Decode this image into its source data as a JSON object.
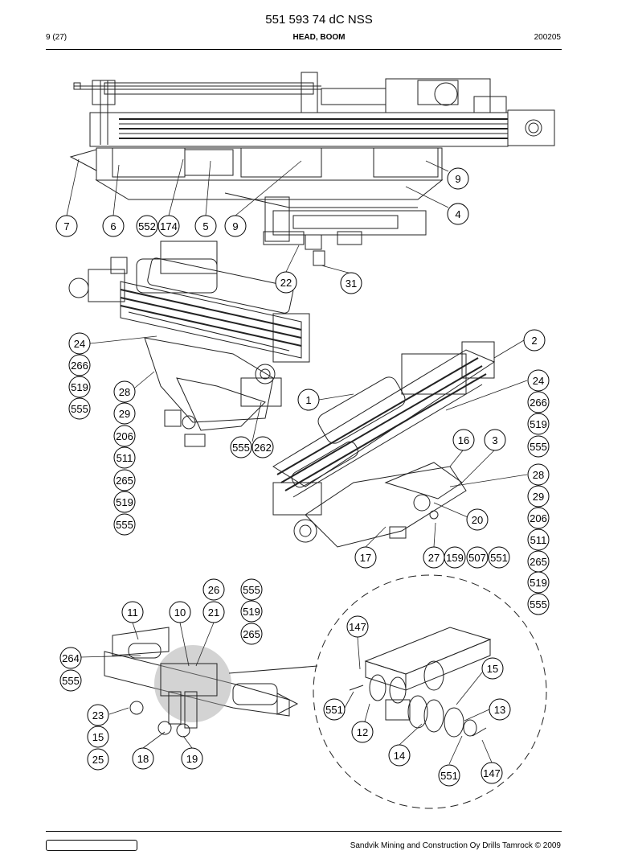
{
  "header": {
    "doc_number": "551 593 74 dC NSS",
    "page": "9 (27)",
    "section": "HEAD, BOOM",
    "date": "200205"
  },
  "footer": {
    "copyright": "Sandvik Mining and Construction Oy Drills Tamrock © 2009"
  },
  "callouts": {
    "top": [
      "7",
      "6",
      "552",
      "174",
      "5",
      "9",
      "9",
      "4",
      "22",
      "31"
    ],
    "left_view": [
      "24",
      "266",
      "519",
      "555",
      "28",
      "29",
      "206",
      "511",
      "265",
      "519",
      "555",
      "555",
      "262"
    ],
    "right_view": [
      "2",
      "24",
      "266",
      "519",
      "555",
      "1",
      "16",
      "3",
      "28",
      "29",
      "206",
      "511",
      "265",
      "519",
      "555",
      "20",
      "17",
      "27",
      "159",
      "507",
      "551"
    ],
    "bottom_left": [
      "11",
      "10",
      "21",
      "26",
      "555",
      "519",
      "265",
      "264",
      "555",
      "23",
      "15",
      "25",
      "18",
      "19"
    ],
    "detail": [
      "147",
      "15",
      "13",
      "551",
      "12",
      "14",
      "551",
      "147"
    ]
  }
}
